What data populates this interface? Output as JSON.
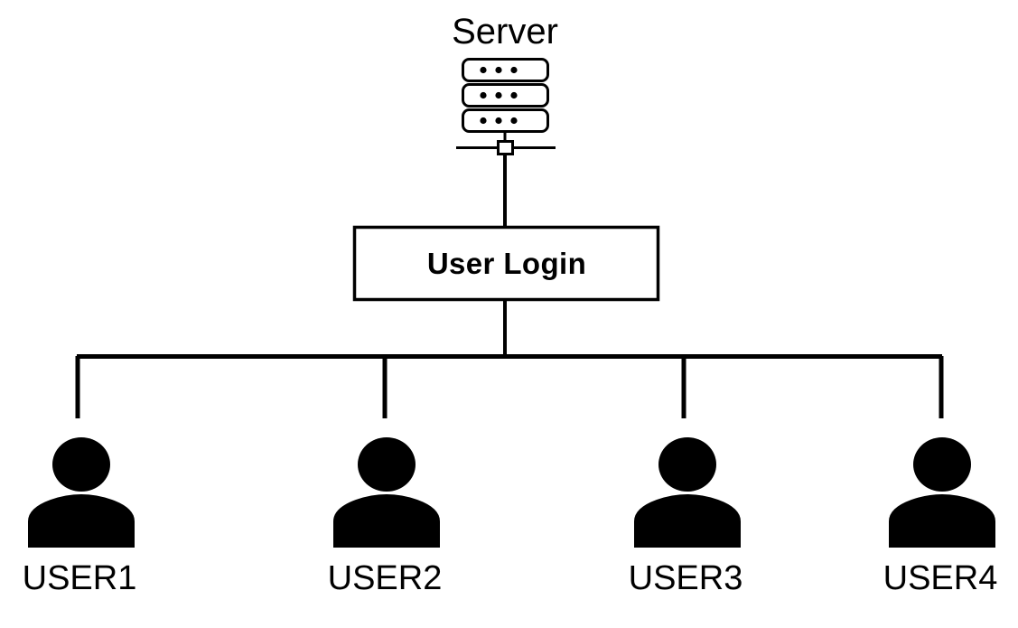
{
  "diagram": {
    "title_text": "Server",
    "background_color": "#ffffff",
    "stroke_color": "#000000",
    "server": {
      "label": "Server",
      "icon_name": "server-rack-icon",
      "rack_unit_count": 3,
      "dots_per_unit": 3
    },
    "process_box": {
      "label": "User Login"
    },
    "users": [
      {
        "label": "USER1",
        "icon_name": "user-person-icon"
      },
      {
        "label": "USER2",
        "icon_name": "user-person-icon"
      },
      {
        "label": "USER3",
        "icon_name": "user-person-icon"
      },
      {
        "label": "USER4",
        "icon_name": "user-person-icon"
      }
    ],
    "connections": {
      "server_to_login": "vertical-line",
      "login_to_bus": "vertical-line",
      "bus": "horizontal-bus-bar",
      "bus_to_users": "vertical-drop-lines"
    }
  }
}
